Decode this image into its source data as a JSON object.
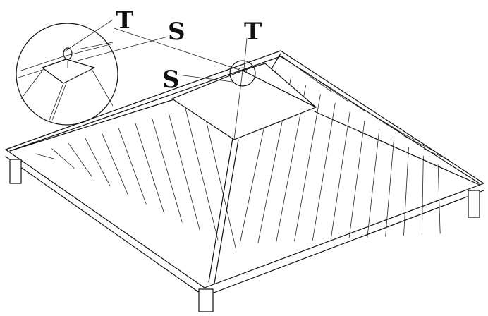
{
  "labels": {
    "top_left_t": "T",
    "top_s": "S",
    "top_right_t": "T",
    "side_s": "S"
  },
  "colors": {
    "line": "#111111",
    "background": "#ffffff"
  }
}
